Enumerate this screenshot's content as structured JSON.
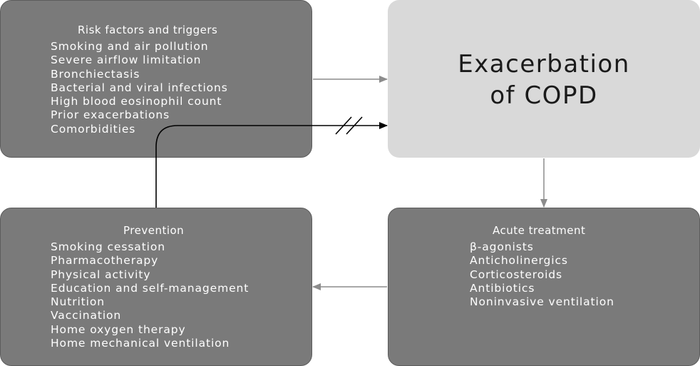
{
  "risk_factors": {
    "title": "Risk factors and triggers",
    "items": [
      "Smoking and air pollution",
      "Severe airflow limitation",
      "Bronchiectasis",
      "Bacterial and viral infections",
      "High blood eosinophil count",
      "Prior exacerbations",
      "Comorbidities"
    ]
  },
  "exacerbation": {
    "line1": "Exacerbation",
    "line2": "of COPD"
  },
  "prevention": {
    "title": "Prevention",
    "items": [
      "Smoking cessation",
      "Pharmacotherapy",
      "Physical activity",
      "Education and self-management",
      "Nutrition",
      "Vaccination",
      "Home oxygen therapy",
      "Home mechanical ventilation"
    ]
  },
  "acute_treatment": {
    "title": "Acute treatment",
    "items": [
      "β-agonists",
      "Anticholinergics",
      "Corticosteroids",
      "Antibiotics",
      "Noninvasive ventilation"
    ]
  },
  "colors": {
    "dark_box": "#7a7a7a",
    "light_box": "#d9d9d9",
    "arrow_gray": "#8c8c8c",
    "arrow_black": "#000000"
  }
}
